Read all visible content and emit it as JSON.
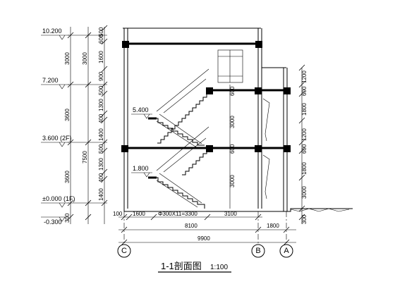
{
  "levels": [
    {
      "label": "10.200"
    },
    {
      "label": "7.200"
    },
    {
      "label": "5.400"
    },
    {
      "label": "3.600 (2F)"
    },
    {
      "label": "1.800"
    },
    {
      "label": "±0.000 (1F)"
    },
    {
      "label": "-0.300"
    }
  ],
  "left_dims_outer": [
    "3000",
    "3600",
    "7500",
    "3600",
    "300"
  ],
  "left_dims_inner": [
    "500",
    "600",
    "1600",
    "900",
    "500",
    "1300",
    "400",
    "1400",
    "500",
    "1300",
    "400",
    "1400"
  ],
  "mid_dims": [
    "600",
    "3000",
    "600",
    "3000"
  ],
  "right_dims": [
    "1200",
    "600",
    "1800",
    "1200",
    "600",
    "1800",
    "3000",
    "300"
  ],
  "bottom_dims_row1": [
    "100",
    "1600",
    "Φ300X11=3300",
    "3100"
  ],
  "bottom_dims_row2": [
    "8100",
    "1800"
  ],
  "bottom_dims_total": "9900",
  "axes": [
    "C",
    "B",
    "A"
  ],
  "title": {
    "main": "1-1剖面图",
    "scale": "1:100"
  }
}
